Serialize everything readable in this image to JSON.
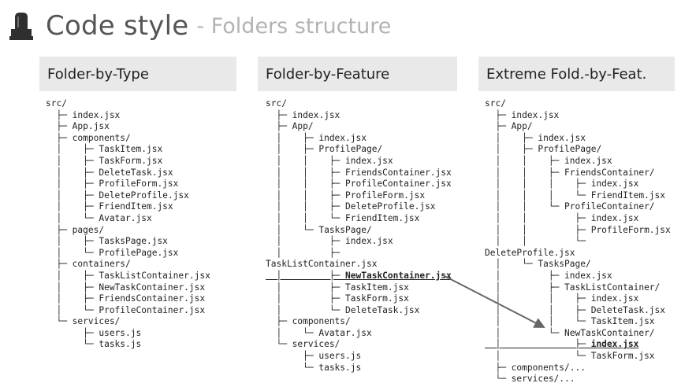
{
  "title": {
    "main": "Code style",
    "sub": "- Folders structure"
  },
  "icon": {
    "name": "tombstone-logo-icon"
  },
  "columns": [
    {
      "id": "folder-by-type",
      "header": "Folder-by-Type",
      "lines": [
        {
          "text": "src/"
        },
        {
          "text": "  ├─ index.jsx"
        },
        {
          "text": "  ├─ App.jsx"
        },
        {
          "text": "  ├─ components/"
        },
        {
          "text": "  │    ├─ TaskItem.jsx"
        },
        {
          "text": "  │    ├─ TaskForm.jsx"
        },
        {
          "text": "  │    ├─ DeleteTask.jsx"
        },
        {
          "text": "  │    ├─ ProfileForm.jsx"
        },
        {
          "text": "  │    ├─ DeleteProfile.jsx"
        },
        {
          "text": "  │    ├─ FriendItem.jsx"
        },
        {
          "text": "  │    └─ Avatar.jsx"
        },
        {
          "text": "  ├─ pages/"
        },
        {
          "text": "  │    ├─ TasksPage.jsx"
        },
        {
          "text": "  │    └─ ProfilePage.jsx"
        },
        {
          "text": "  ├─ containers/"
        },
        {
          "text": "  │    ├─ TaskListContainer.jsx"
        },
        {
          "text": "  │    ├─ NewTaskContainer.jsx"
        },
        {
          "text": "  │    ├─ FriendsContainer.jsx"
        },
        {
          "text": "  │    └─ ProfileContainer.jsx"
        },
        {
          "text": "  └─ services/"
        },
        {
          "text": "       ├─ users.js"
        },
        {
          "text": "       └─ tasks.js"
        }
      ]
    },
    {
      "id": "folder-by-feature",
      "header": "Folder-by-Feature",
      "lines": [
        {
          "text": "src/"
        },
        {
          "text": "  ├─ index.jsx"
        },
        {
          "text": "  ├─ App/"
        },
        {
          "text": "  │    ├─ index.jsx"
        },
        {
          "text": "  │    ├─ ProfilePage/"
        },
        {
          "text": "  │    │    ├─ index.jsx"
        },
        {
          "text": "  │    │    ├─ FriendsContainer.jsx"
        },
        {
          "text": "  │    │    ├─ ProfileContainer.jsx"
        },
        {
          "text": "  │    │    ├─ ProfileForm.jsx"
        },
        {
          "text": "  │    │    ├─ DeleteProfile.jsx"
        },
        {
          "text": "  │    │    └─ FriendItem.jsx"
        },
        {
          "text": "  │    └─ TasksPage/"
        },
        {
          "text": "  │         ├─ index.jsx"
        },
        {
          "text": "  │         ├─"
        },
        {
          "text": "TaskListContainer.jsx"
        },
        {
          "text": "  │         ├─ NewTaskContainer.jsx",
          "strong": true
        },
        {
          "text": "  │         ├─ TaskItem.jsx"
        },
        {
          "text": "  │         ├─ TaskForm.jsx"
        },
        {
          "text": "  │         └─ DeleteTask.jsx"
        },
        {
          "text": "  ├─ components/"
        },
        {
          "text": "  │    └─ Avatar.jsx"
        },
        {
          "text": "  └─ services/"
        },
        {
          "text": "       ├─ users.js"
        },
        {
          "text": "       └─ tasks.js"
        }
      ]
    },
    {
      "id": "extreme-folder-by-feature",
      "header": "Extreme Fold.-by-Feat.",
      "lines": [
        {
          "text": "src/"
        },
        {
          "text": "  ├─ index.jsx"
        },
        {
          "text": "  ├─ App/"
        },
        {
          "text": "  │    ├─ index.jsx"
        },
        {
          "text": "  │    ├─ ProfilePage/"
        },
        {
          "text": "  │    │    ├─ index.jsx"
        },
        {
          "text": "  │    │    ├─ FriendsContainer/"
        },
        {
          "text": "  │    │    │    ├─ index.jsx"
        },
        {
          "text": "  │    │    │    └─ FriendItem.jsx"
        },
        {
          "text": "  │    │    └─ ProfileContainer/"
        },
        {
          "text": "  │    │         ├─ index.jsx"
        },
        {
          "text": "  │    │         ├─ ProfileForm.jsx"
        },
        {
          "text": "  │    │         └─"
        },
        {
          "text": "DeleteProfile.jsx"
        },
        {
          "text": "  │    └─ TasksPage/"
        },
        {
          "text": "  │         ├─ index.jsx"
        },
        {
          "text": "  │         ├─ TaskListContainer/"
        },
        {
          "text": "  │         │    ├─ index.jsx"
        },
        {
          "text": "  │         │    ├─ DeleteTask.jsx"
        },
        {
          "text": "  │         │    └─ TaskItem.jsx"
        },
        {
          "text": "  │         └─ NewTaskContainer/"
        },
        {
          "text": "  │              ├─ index.jsx",
          "strong": true
        },
        {
          "text": "  │              └─ TaskForm.jsx"
        },
        {
          "text": "  ├─ components/..."
        },
        {
          "text": "  └─ services/..."
        }
      ]
    }
  ],
  "colors": {
    "header_bg": "#e9e9e9",
    "arrow": "#666666",
    "title": "#555555",
    "subtitle": "#b3b3b3"
  }
}
